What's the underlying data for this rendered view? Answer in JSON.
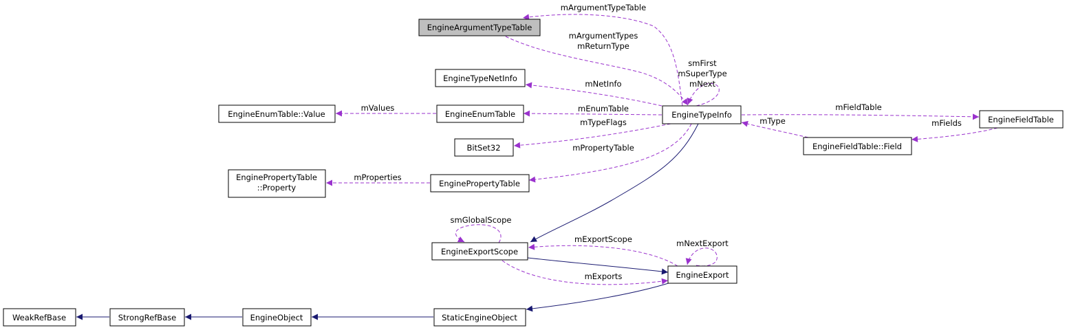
{
  "colors": {
    "usage": "#9a32cd",
    "inheritance": "#191970",
    "highlight": "#bfbfbf"
  },
  "nodes": {
    "engineArgumentTypeTable": "EngineArgumentTypeTable",
    "engineTypeNetInfo": "EngineTypeNetInfo",
    "engineEnumTableValue": "EngineEnumTable::Value",
    "engineEnumTable": "EngineEnumTable",
    "engineTypeInfo": "EngineTypeInfo",
    "engineFieldTable": "EngineFieldTable",
    "engineFieldTableField": "EngineFieldTable::Field",
    "bitSet32": "BitSet32",
    "enginePropertyTableProperty1": "EnginePropertyTable",
    "enginePropertyTableProperty2": "::Property",
    "enginePropertyTable": "EnginePropertyTable",
    "engineExportScope": "EngineExportScope",
    "engineExport": "EngineExport",
    "weakRefBase": "WeakRefBase",
    "strongRefBase": "StrongRefBase",
    "engineObject": "EngineObject",
    "staticEngineObject": "StaticEngineObject"
  },
  "edges": {
    "mArgumentTypeTable": "mArgumentTypeTable",
    "mArgumentTypes": "mArgumentTypes",
    "mReturnType": "mReturnType",
    "smFirst": "smFirst",
    "mSuperType": "mSuperType",
    "mNext": "mNext",
    "mNetInfo": "mNetInfo",
    "mValues": "mValues",
    "mEnumTable": "mEnumTable",
    "mFieldTable": "mFieldTable",
    "mTypeFlags": "mTypeFlags",
    "mType": "mType",
    "mFields": "mFields",
    "mPropertyTable": "mPropertyTable",
    "mProperties": "mProperties",
    "smGlobalScope": "smGlobalScope",
    "mExportScope": "mExportScope",
    "mNextExport": "mNextExport",
    "mExports": "mExports"
  }
}
